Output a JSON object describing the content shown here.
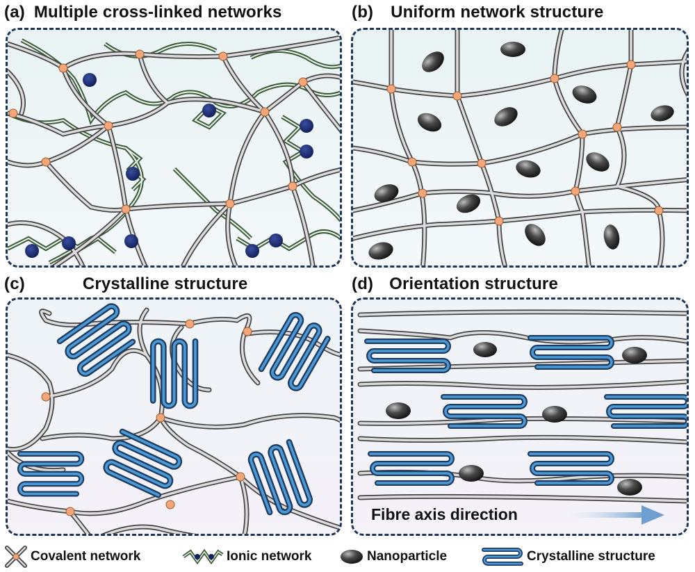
{
  "panels": {
    "a": {
      "label": "(a)",
      "title": "Multiple cross-linked networks"
    },
    "b": {
      "label": "(b)",
      "title": "Uniform network structure"
    },
    "c": {
      "label": "(c)",
      "title": "Crystalline structure"
    },
    "d": {
      "label": "(d)",
      "title": "Orientation structure",
      "axis_label": "Fibre axis direction"
    }
  },
  "legend": {
    "covalent": "Covalent network",
    "ionic": "Ionic network",
    "nanoparticle": "Nanoparticle",
    "crystalline": "Crystalline structure"
  },
  "colors": {
    "border": "#1f3557",
    "chain_outline": "#444444",
    "chain_fill": "#d9d9d9",
    "crosslink": "#f2a679",
    "ionic_line": "#3d5c3a",
    "ion": "#14235e",
    "crystal_outline": "#1f3b5f",
    "crystal_fill": "#2f7fc0",
    "arrow": "#6f9fd0",
    "panel_bg": "#eef4f8"
  }
}
